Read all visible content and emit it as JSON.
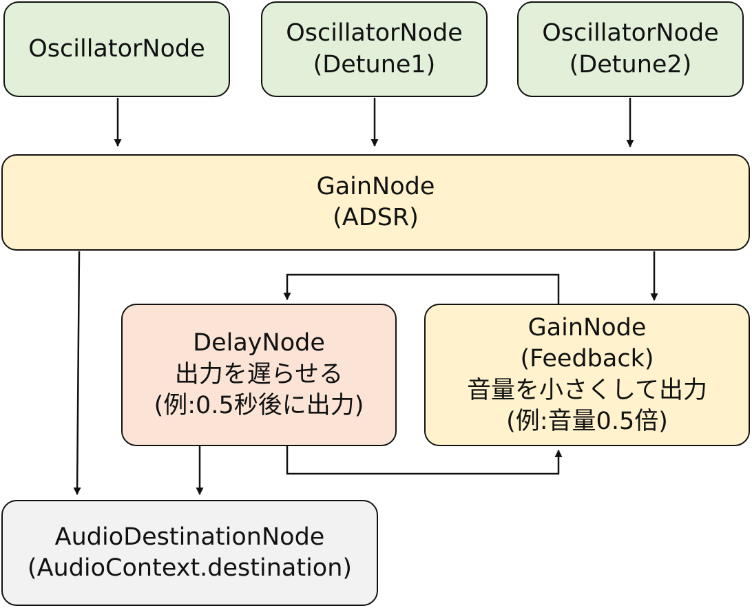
{
  "colors": {
    "oscillator_fill": "#e2efd9",
    "gain_fill": "#fff2cc",
    "delay_fill": "#fbe4d6",
    "destination_fill": "#f2f2f2",
    "stroke": "#111111"
  },
  "nodes": {
    "oscillator_main": {
      "line1": "OscillatorNode"
    },
    "oscillator_detune1": {
      "line1": "OscillatorNode",
      "line2": "(Detune1)"
    },
    "oscillator_detune2": {
      "line1": "OscillatorNode",
      "line2": "(Detune2)"
    },
    "gain_adsr": {
      "line1": "GainNode",
      "line2": "(ADSR)"
    },
    "delay": {
      "line1": "DelayNode",
      "line2": "出力を遅らせる",
      "line3": "(例:0.5秒後に出力)"
    },
    "gain_feedback": {
      "line1": "GainNode",
      "line2": "(Feedback)",
      "line3": "音量を小さくして出力",
      "line4": "(例:音量0.5倍)"
    },
    "destination": {
      "line1": "AudioDestinationNode",
      "line2": "(AudioContext.destination)"
    }
  },
  "edges": [
    {
      "from": "oscillator_main",
      "to": "gain_adsr"
    },
    {
      "from": "oscillator_detune1",
      "to": "gain_adsr"
    },
    {
      "from": "oscillator_detune2",
      "to": "gain_adsr"
    },
    {
      "from": "gain_adsr",
      "to": "destination"
    },
    {
      "from": "gain_adsr",
      "to": "gain_feedback"
    },
    {
      "from": "gain_feedback",
      "to": "delay"
    },
    {
      "from": "delay",
      "to": "gain_feedback"
    },
    {
      "from": "delay",
      "to": "destination"
    }
  ]
}
